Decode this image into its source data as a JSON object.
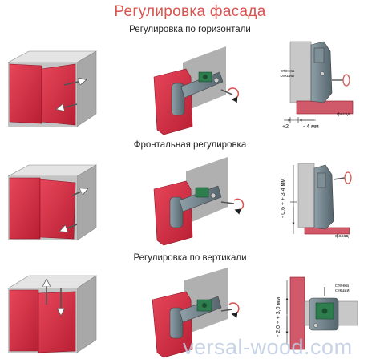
{
  "title": "Регулировка фасада",
  "sections": [
    {
      "label": "Регулировка по горизонтали",
      "wall_label": "стенка секции",
      "facade_label": "фасад",
      "plus": "+2",
      "minus": "- 4 мм"
    },
    {
      "label": "Фронтальная регулировка",
      "facade_label": "фасад",
      "range": "- 0,6 ÷ + 3,4 мм"
    },
    {
      "label": "Регулировка по вертикали",
      "wall_label": "стенка секции",
      "range": "- 2,0 ÷ + 3,0 мм"
    }
  ],
  "watermark": "versal-wood.com",
  "colors": {
    "title": "#d9534f",
    "facade": "#d2283e",
    "cabinet": "#b8b8b8",
    "hinge": "#6a7c86",
    "screw_arrow": "#d9534f"
  }
}
